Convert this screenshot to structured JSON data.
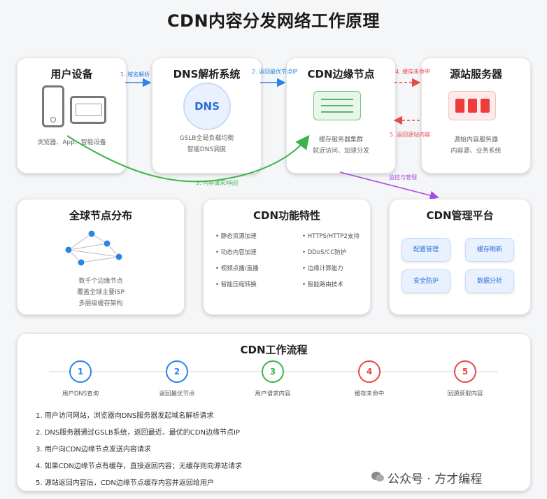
{
  "title": "CDN内容分发网络工作原理",
  "nodes": {
    "user": {
      "title": "用户设备",
      "desc": "浏览器、App、智能设备"
    },
    "dns": {
      "title": "DNS解析系统",
      "icon_text": "DNS",
      "desc1": "GSLB全局负载均衡",
      "desc2": "智能DNS调度"
    },
    "edge": {
      "title": "CDN边缘节点",
      "desc1": "缓存服务器集群",
      "desc2": "就近访问、加速分发"
    },
    "origin": {
      "title": "源站服务器",
      "desc1": "源始内容服务器",
      "desc2": "内容源、业务系统"
    }
  },
  "arrows": {
    "a1": "1. 域名解析",
    "a2": "2. 返回最优节点IP",
    "a3": "3. 内容请求/响应",
    "a4": "4. 缓存未命中",
    "a5": "5. 返回源站内容",
    "mgmt": "监控与管理"
  },
  "global": {
    "title": "全球节点分布",
    "d1": "数千个边缘节点",
    "d2": "覆盖全球主要ISP",
    "d3": "多层级缓存架构"
  },
  "features": {
    "title": "CDN功能特性",
    "left": [
      "• 静态资源加速",
      "• 动态内容加速",
      "• 视频点播/直播",
      "• 智能压缩转换"
    ],
    "right": [
      "• HTTPS/HTTP2支持",
      "• DDoS/CC防护",
      "• 边缘计算能力",
      "• 智能路由技术"
    ]
  },
  "mgmt": {
    "title": "CDN管理平台",
    "buttons": [
      "配置管理",
      "缓存刷新",
      "安全防护",
      "数据分析"
    ]
  },
  "flow": {
    "title": "CDN工作流程",
    "steps": [
      {
        "num": "1",
        "label": "用户DNS查询",
        "color": "#2a84e6"
      },
      {
        "num": "2",
        "label": "返回最优节点",
        "color": "#2a84e6"
      },
      {
        "num": "3",
        "label": "用户请求内容",
        "color": "#3cb44b"
      },
      {
        "num": "4",
        "label": "缓存未命中",
        "color": "#e84a4a"
      },
      {
        "num": "5",
        "label": "回源获取内容",
        "color": "#e84a4a"
      }
    ],
    "descriptions": [
      "1. 用户访问网站，浏览器向DNS服务器发起域名解析请求",
      "2. DNS服务器通过GSLB系统，返回最近、最优的CDN边缘节点IP",
      "3. 用户向CDN边缘节点发送内容请求",
      "4. 如果CDN边缘节点有缓存，直接返回内容；无缓存则向源站请求",
      "5. 源站返回内容后，CDN边缘节点缓存内容并返回给用户"
    ]
  },
  "watermark": "公众号 · 方才编程",
  "colors": {
    "blue": "#2a84e6",
    "green": "#3cb44b",
    "red": "#e84a4a",
    "purple": "#a44de0"
  }
}
